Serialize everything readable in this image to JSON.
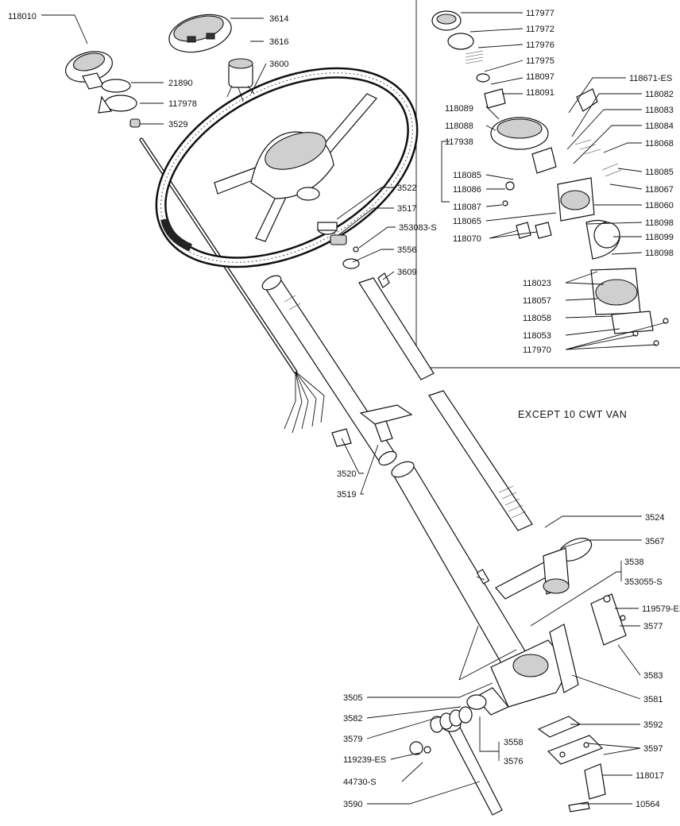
{
  "diagram": {
    "note": "EXCEPT  10 CWT  VAN",
    "labels": [
      {
        "id": "p118010",
        "text": "118010"
      },
      {
        "id": "p3614",
        "text": "3614"
      },
      {
        "id": "p3616",
        "text": "3616"
      },
      {
        "id": "p3600",
        "text": "3600"
      },
      {
        "id": "p21890",
        "text": "21890"
      },
      {
        "id": "p117978",
        "text": "117978"
      },
      {
        "id": "p3529",
        "text": "3529"
      },
      {
        "id": "p3522",
        "text": "3522"
      },
      {
        "id": "p3517",
        "text": "3517"
      },
      {
        "id": "p353083s",
        "text": "353083-S"
      },
      {
        "id": "p3556",
        "text": "3556"
      },
      {
        "id": "p3609",
        "text": "3609"
      },
      {
        "id": "p3520",
        "text": "3520"
      },
      {
        "id": "p3519",
        "text": "3519"
      },
      {
        "id": "p3524",
        "text": "3524"
      },
      {
        "id": "p3567",
        "text": "3567"
      },
      {
        "id": "p3538",
        "text": "3538"
      },
      {
        "id": "p353055s",
        "text": "353055-S"
      },
      {
        "id": "p119579es",
        "text": "119579-ES"
      },
      {
        "id": "p3577",
        "text": "3577"
      },
      {
        "id": "p3583",
        "text": "3583"
      },
      {
        "id": "p3581",
        "text": "3581"
      },
      {
        "id": "p3505",
        "text": "3505"
      },
      {
        "id": "p3582",
        "text": "3582"
      },
      {
        "id": "p3579",
        "text": "3579"
      },
      {
        "id": "p119239es",
        "text": "119239-ES"
      },
      {
        "id": "p44730s",
        "text": "44730-S"
      },
      {
        "id": "p3590",
        "text": "3590"
      },
      {
        "id": "p3558",
        "text": "3558"
      },
      {
        "id": "p3576",
        "text": "3576"
      },
      {
        "id": "p3592",
        "text": "3592"
      },
      {
        "id": "p3597",
        "text": "3597"
      },
      {
        "id": "p118017",
        "text": "118017"
      },
      {
        "id": "p10564",
        "text": "10564"
      },
      {
        "id": "p117977",
        "text": "117977"
      },
      {
        "id": "p117972",
        "text": "117972"
      },
      {
        "id": "p117976",
        "text": "117976"
      },
      {
        "id": "p117975",
        "text": "117975"
      },
      {
        "id": "p118097",
        "text": "118097"
      },
      {
        "id": "p118091",
        "text": "118091"
      },
      {
        "id": "p118671es",
        "text": "118671-ES"
      },
      {
        "id": "p118082",
        "text": "118082"
      },
      {
        "id": "p118083",
        "text": "118083"
      },
      {
        "id": "p118084",
        "text": "118084"
      },
      {
        "id": "p118068",
        "text": "118068"
      },
      {
        "id": "p118089",
        "text": "118089"
      },
      {
        "id": "p118088",
        "text": "118088"
      },
      {
        "id": "p117938",
        "text": "117938"
      },
      {
        "id": "p118085a",
        "text": "118085"
      },
      {
        "id": "p118086",
        "text": "118086"
      },
      {
        "id": "p118087",
        "text": "118087"
      },
      {
        "id": "p118065",
        "text": "118065"
      },
      {
        "id": "p118070",
        "text": "118070"
      },
      {
        "id": "p118085b",
        "text": "118085"
      },
      {
        "id": "p118067",
        "text": "118067"
      },
      {
        "id": "p118060",
        "text": "118060"
      },
      {
        "id": "p118098a",
        "text": "118098"
      },
      {
        "id": "p118099",
        "text": "118099"
      },
      {
        "id": "p118098b",
        "text": "118098"
      },
      {
        "id": "p118023",
        "text": "118023"
      },
      {
        "id": "p118057",
        "text": "118057"
      },
      {
        "id": "p118058",
        "text": "118058"
      },
      {
        "id": "p118053",
        "text": "118053"
      },
      {
        "id": "p117970",
        "text": "117970"
      }
    ]
  }
}
